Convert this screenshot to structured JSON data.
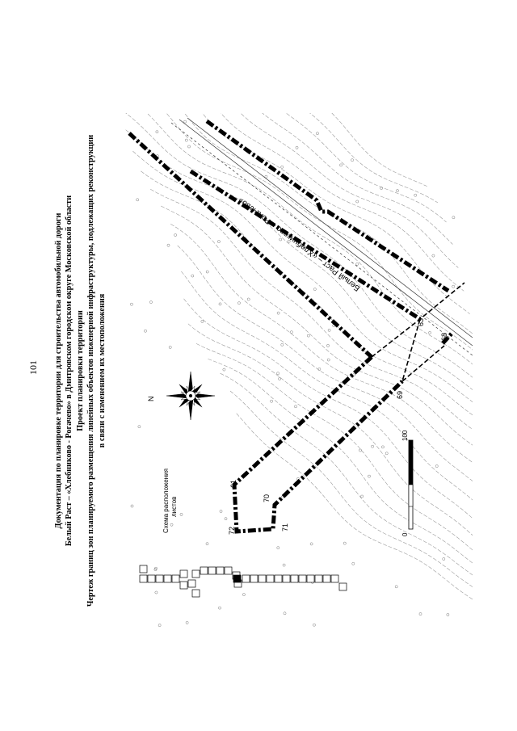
{
  "page_number": "101",
  "title_lines": [
    "Документация по планировке территории для строительства автомобильной дороги",
    "Белый Раст – «Хлебниково - Рогачево» в Дмитровском городском округе Московской области",
    "Проект планировки территории",
    "Чертеж границ зон планируемого размещения линейных объектов инженерной инфраструктуры, подлежащих реконструкции",
    "в связи с изменением их местоположения"
  ],
  "map": {
    "road_label": "Белый Раст – «Хлебниково – Рогачево»",
    "north": "N",
    "sheet_scheme_label": [
      "Схема расположения",
      "листов"
    ],
    "points": [
      "61",
      "63",
      "68",
      "69",
      "70",
      "71",
      "72"
    ],
    "scale": {
      "max": "100",
      "min": "0"
    }
  },
  "colors": {
    "ink": "#000000",
    "contour": "#9a9a9a",
    "paper": "#ffffff"
  }
}
